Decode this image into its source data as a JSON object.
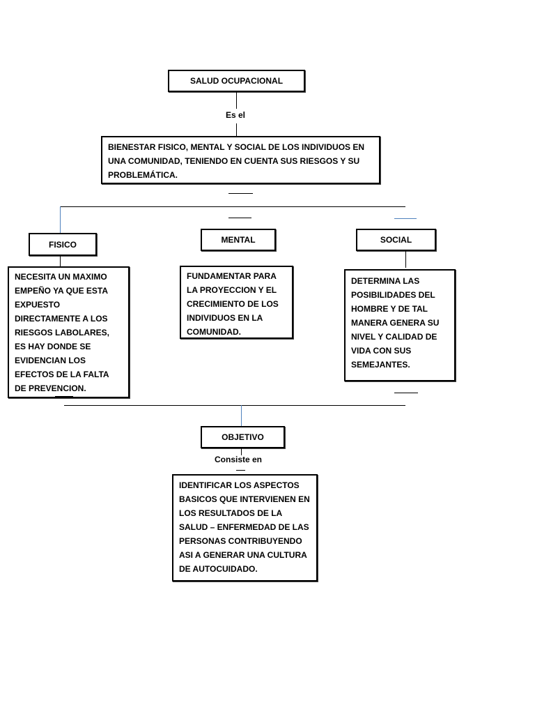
{
  "root": {
    "title": "SALUD OCUPACIONAL"
  },
  "link_es_el": "Es el",
  "definition": "BIENESTAR FISICO, MENTAL Y  SOCIAL DE LOS INDIVIDUOS EN UNA COMUNIDAD, TENIENDO EN CUENTA SUS RIESGOS Y SU PROBLEMÁTICA.",
  "branches": [
    {
      "title": "FISICO",
      "text": "NECESITA UN MAXIMO EMPEÑO YA QUE ESTA EXPUESTO DIRECTAMENTE A LOS RIESGOS LABOLARES, ES HAY DONDE SE EVIDENCIAN LOS EFECTOS DE LA FALTA DE PREVENCION."
    },
    {
      "title": "MENTAL",
      "text": "FUNDAMENTAR PARA LA PROYECCION Y EL CRECIMIENTO DE LOS INDIVIDUOS EN LA COMUNIDAD."
    },
    {
      "title": "SOCIAL",
      "text": "DETERMINA LAS POSIBILIDADES DEL HOMBRE Y DE TAL MANERA GENERA SU NIVEL Y CALIDAD DE VIDA  CON SUS SEMEJANTES."
    }
  ],
  "objective": {
    "title": "OBJETIVO",
    "link": "Consiste en",
    "text": "IDENTIFICAR LOS ASPECTOS BASICOS QUE INTERVIENEN EN LOS RESULTADOS DE LA SALUD – ENFERMEDAD DE LAS PERSONAS CONTRIBUYENDO ASI A GENERAR UNA CULTURA DE AUTOCUIDADO."
  },
  "colors": {
    "connector_accent": "#4f81bd",
    "border": "#000000"
  }
}
